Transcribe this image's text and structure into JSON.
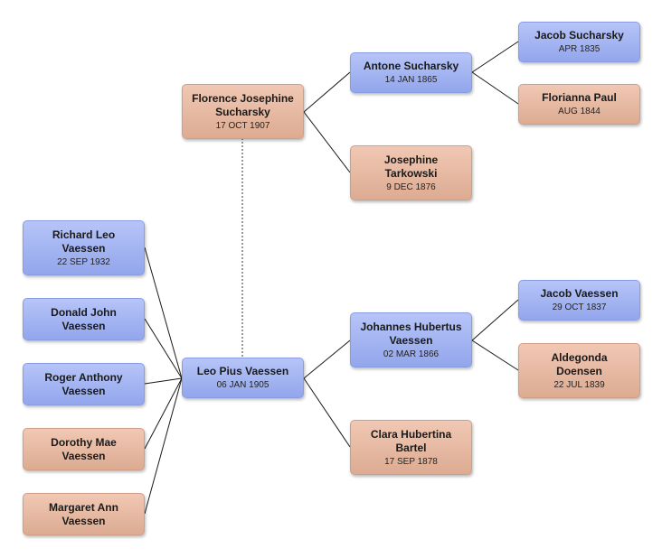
{
  "nodes": {
    "florence": {
      "name": "Florence Josephine Sucharsky",
      "date": "17 OCT 1907"
    },
    "antone": {
      "name": "Antone Sucharsky",
      "date": "14 JAN 1865"
    },
    "josephine": {
      "name": "Josephine Tarkowski",
      "date": "9 DEC 1876"
    },
    "jacob_s": {
      "name": "Jacob Sucharsky",
      "date": "APR 1835"
    },
    "florianna": {
      "name": "Florianna Paul",
      "date": "AUG 1844"
    },
    "leo": {
      "name": "Leo Pius Vaessen",
      "date": "06 JAN 1905"
    },
    "johannes": {
      "name": "Johannes Hubertus Vaessen",
      "date": "02 MAR 1866"
    },
    "clara": {
      "name": "Clara Hubertina Bartel",
      "date": "17 SEP 1878"
    },
    "jacob_v": {
      "name": "Jacob Vaessen",
      "date": "29 OCT 1837"
    },
    "aldegonda": {
      "name": "Aldegonda Doensen",
      "date": "22 JUL 1839"
    },
    "richard": {
      "name": "Richard Leo Vaessen",
      "date": "22 SEP 1932"
    },
    "donald": {
      "name": "Donald John Vaessen",
      "date": ""
    },
    "roger": {
      "name": "Roger Anthony Vaessen",
      "date": ""
    },
    "dorothy": {
      "name": "Dorothy Mae Vaessen",
      "date": ""
    },
    "margaret": {
      "name": "Margaret Ann Vaessen",
      "date": ""
    }
  },
  "colors": {
    "male": "#a3b3f2",
    "female": "#e8bba4",
    "line": "#1a1a1a",
    "spouse_line": "#555555"
  }
}
